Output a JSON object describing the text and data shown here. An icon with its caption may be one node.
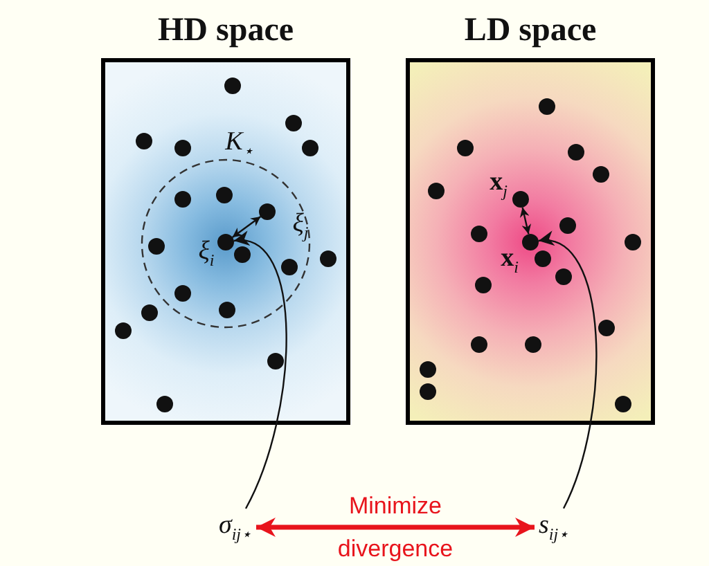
{
  "diagram": {
    "nodes": [
      {
        "text": [
          "HD space"
        ]
      },
      {
        "text": [
          "LD space"
        ]
      },
      {
        "text": [
          "K$_{⋆}$"
        ],
        "in": 0
      },
      {
        "text": [],
        "shape": "circle",
        "beside": [
          "ξ$_{i}$"
        ],
        "in": 2
      },
      {
        "text": [],
        "shape": "circle",
        "beside": [
          "ξ$_{j}$"
        ],
        "in": 2
      },
      {
        "text": [],
        "shape": "circle",
        "beside": [
          "**x**$_{i}$"
        ],
        "in": 1
      },
      {
        "text": [],
        "shape": "circle",
        "beside": [
          "**x**$_{j}$"
        ],
        "in": 1
      },
      {
        "text": [
          "σ$_{ij⋆}$"
        ]
      },
      {
        "text": [
          "s$_{ij⋆}$"
        ]
      },
      {
        "text": [],
        "shape": "circle",
        "in": 0
      },
      {
        "text": [],
        "shape": "circle",
        "in": 0
      },
      {
        "text": [],
        "shape": "circle",
        "in": 0
      },
      {
        "text": [],
        "shape": "circle",
        "in": 0
      },
      {
        "text": [],
        "shape": "circle",
        "in": 0
      },
      {
        "text": [],
        "shape": "circle",
        "in": 0
      },
      {
        "text": [],
        "shape": "circle",
        "in": 0
      },
      {
        "text": [],
        "shape": "circle",
        "in": 0
      },
      {
        "text": [],
        "shape": "circle",
        "in": 0
      },
      {
        "text": [],
        "shape": "circle",
        "in": 0
      },
      {
        "text": [],
        "shape": "circle",
        "in": 2
      },
      {
        "text": [],
        "shape": "circle",
        "in": 2
      },
      {
        "text": [],
        "shape": "circle",
        "in": 2
      },
      {
        "text": [],
        "shape": "circle",
        "in": 2
      },
      {
        "text": [],
        "shape": "circle",
        "in": 2
      },
      {
        "text": [],
        "shape": "circle",
        "in": 2
      },
      {
        "text": [],
        "shape": "circle",
        "in": 2
      },
      {
        "text": [],
        "shape": "circle",
        "in": 1
      },
      {
        "text": [],
        "shape": "circle",
        "in": 1
      },
      {
        "text": [],
        "shape": "circle",
        "in": 1
      },
      {
        "text": [],
        "shape": "circle",
        "in": 1
      },
      {
        "text": [],
        "shape": "circle",
        "in": 1
      },
      {
        "text": [],
        "shape": "circle",
        "in": 1
      },
      {
        "text": [],
        "shape": "circle",
        "in": 1
      },
      {
        "text": [],
        "shape": "circle",
        "in": 1
      },
      {
        "text": [],
        "shape": "circle",
        "in": 1
      },
      {
        "text": [],
        "shape": "circle",
        "in": 1
      },
      {
        "text": [],
        "shape": "circle",
        "in": 1
      },
      {
        "text": [],
        "shape": "circle",
        "in": 1
      },
      {
        "text": [],
        "shape": "circle",
        "in": 1
      },
      {
        "text": [],
        "shape": "circle",
        "in": 1
      },
      {
        "text": [],
        "shape": "circle",
        "in": 1
      },
      {
        "text": [],
        "shape": "circle",
        "in": 1
      },
      {
        "text": [],
        "shape": "circle",
        "in": 1
      }
    ],
    "edges": [
      {
        "from": 3,
        "to": 4,
        "arrow": "both"
      },
      {
        "from": 5,
        "to": 6,
        "arrow": "both"
      },
      {
        "from": 7,
        "to": 3,
        "arrow": "to"
      },
      {
        "from": 8,
        "to": 5,
        "arrow": "to"
      },
      {
        "from": 7,
        "to": 8,
        "arrow": "both",
        "label": "Minimize divergence",
        "style": "thick",
        "color": "#e8141c"
      }
    ]
  }
}
